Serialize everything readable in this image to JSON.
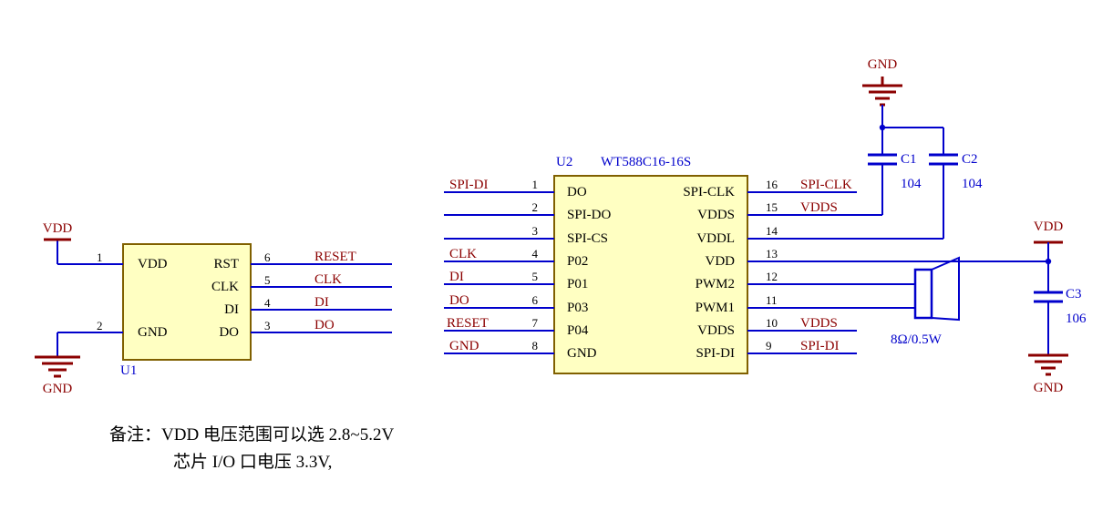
{
  "note": {
    "line1": "备注：VDD 电压范围可以选 2.8~5.2V",
    "line2": "芯片 I/O 口电压 3.3V,"
  },
  "power": {
    "vdd": "VDD",
    "gnd": "GND"
  },
  "u1": {
    "designator": "U1",
    "left_pins": [
      {
        "number": "1",
        "name": "VDD",
        "net": "VDD"
      },
      {
        "number": "2",
        "name": "GND",
        "net": "GND"
      }
    ],
    "right_pins": [
      {
        "number": "6",
        "name": "RST",
        "net": "RESET"
      },
      {
        "number": "5",
        "name": "CLK",
        "net": "CLK"
      },
      {
        "number": "4",
        "name": "DI",
        "net": "DI"
      },
      {
        "number": "3",
        "name": "DO",
        "net": "DO"
      }
    ]
  },
  "u2": {
    "designator": "U2",
    "part": "WT588C16-16S",
    "left_pins": [
      {
        "number": "1",
        "name": "DO",
        "net": "SPI-DI"
      },
      {
        "number": "2",
        "name": "SPI-DO",
        "net": ""
      },
      {
        "number": "3",
        "name": "SPI-CS",
        "net": ""
      },
      {
        "number": "4",
        "name": "P02",
        "net": "CLK"
      },
      {
        "number": "5",
        "name": "P01",
        "net": "DI"
      },
      {
        "number": "6",
        "name": "P03",
        "net": "DO"
      },
      {
        "number": "7",
        "name": "P04",
        "net": "RESET"
      },
      {
        "number": "8",
        "name": "GND",
        "net": "GND"
      }
    ],
    "right_pins": [
      {
        "number": "16",
        "name": "SPI-CLK",
        "net": "SPI-CLK"
      },
      {
        "number": "15",
        "name": "VDDS",
        "net": "VDDS"
      },
      {
        "number": "14",
        "name": "VDDL",
        "net": ""
      },
      {
        "number": "13",
        "name": "VDD",
        "net": ""
      },
      {
        "number": "12",
        "name": "PWM2",
        "net": ""
      },
      {
        "number": "11",
        "name": "PWM1",
        "net": ""
      },
      {
        "number": "10",
        "name": "VDDS",
        "net": "VDDS"
      },
      {
        "number": "9",
        "name": "SPI-DI",
        "net": "SPI-DI"
      }
    ]
  },
  "capacitors": [
    {
      "designator": "C1",
      "value": "104"
    },
    {
      "designator": "C2",
      "value": "104"
    },
    {
      "designator": "C3",
      "value": "106"
    }
  ],
  "speaker": {
    "label": "8Ω/0.5W"
  },
  "colors": {
    "wire": "#0000CC",
    "net_label": "#8B0000",
    "designator": "#0000CC",
    "component_fill": "#FFFFC2",
    "component_border": "#806000"
  }
}
